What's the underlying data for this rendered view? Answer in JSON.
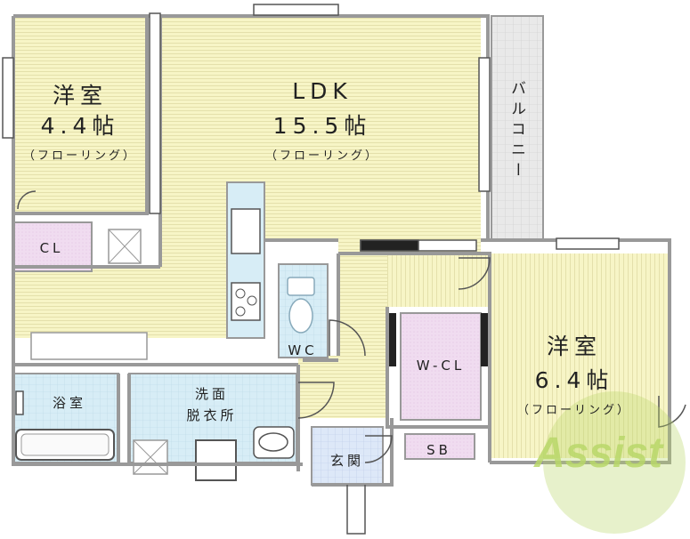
{
  "rooms": {
    "western_small": {
      "name": "洋室",
      "size": "4.4帖",
      "floor": "（フローリング）"
    },
    "ldk": {
      "name": "LDK",
      "size": "15.5帖",
      "floor": "（フローリング）"
    },
    "western_large": {
      "name": "洋室",
      "size": "6.4帖",
      "floor": "（フローリング）"
    },
    "balcony": "バルコニー",
    "closet": "CL",
    "walk_in_closet": "W-CL",
    "toilet": "WC",
    "bath": "浴室",
    "washroom_line1": "洗面",
    "washroom_line2": "脱衣所",
    "entrance": "玄関",
    "shoe_box": "SB"
  },
  "watermark": "Assist",
  "colors": {
    "room_floor": "#f7f5c6",
    "closet": "#f0dcf0",
    "wet_area": "#d7edf6",
    "entrance": "#dde8f8",
    "balcony": "#e9e9e9",
    "wall": "#999999",
    "watermark": "#b9d86a"
  }
}
